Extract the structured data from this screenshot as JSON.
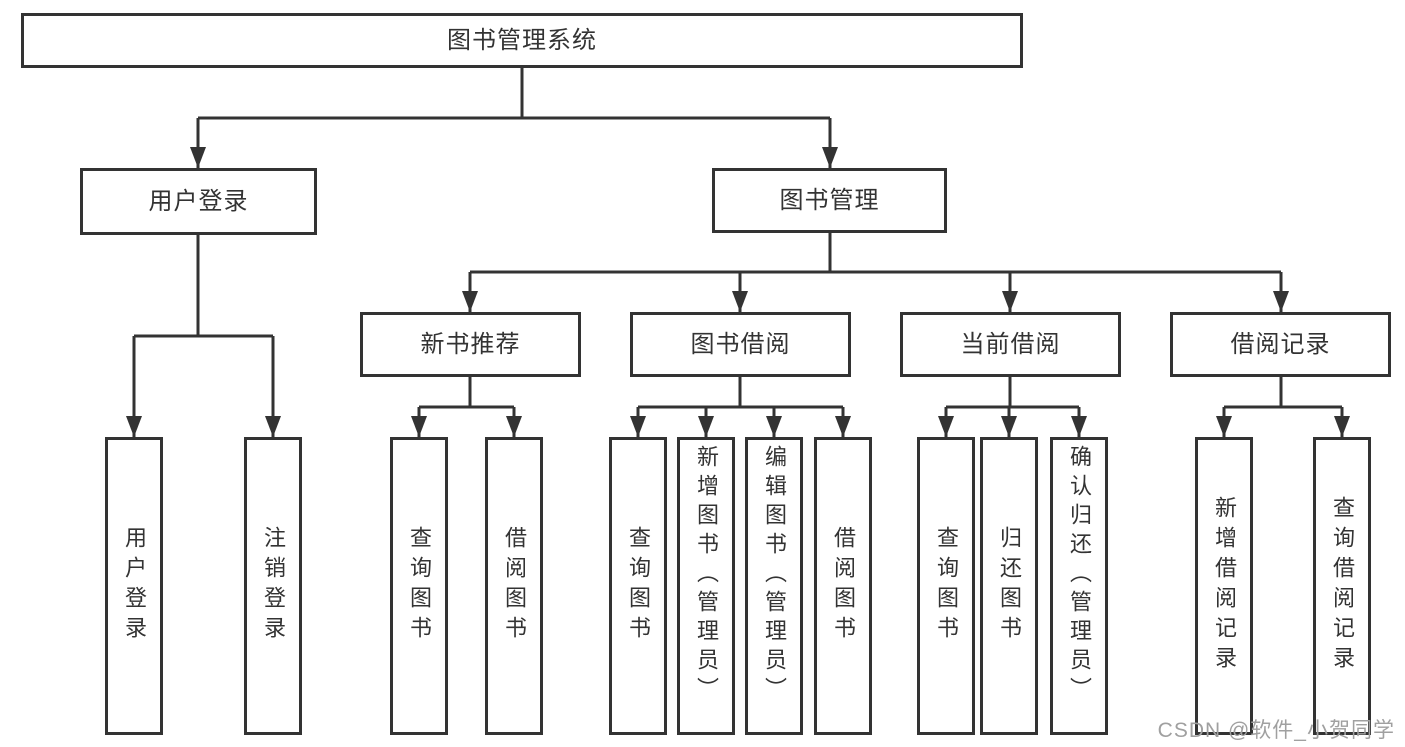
{
  "diagram_title": "图书管理系统",
  "colors": {
    "line": "#333333",
    "text": "#333333",
    "box_bg": "#ffffff",
    "watermark": "#a0a0a0"
  },
  "nodes": {
    "root": "图书管理系统",
    "user_login": "用户登录",
    "book_mgmt": "图书管理",
    "new_book_rec": "新书推荐",
    "book_borrow": "图书借阅",
    "current_borrow": "当前借阅",
    "borrow_record": "借阅记录",
    "leaf_user_login": "用户登录",
    "leaf_logout": "注销登录",
    "leaf_query_book_rec": "查询图书",
    "leaf_borrow_book_rec": "借阅图书",
    "leaf_query_book_borrow": "查询图书",
    "leaf_add_book": "新增图书（管理员）",
    "leaf_edit_book": "编辑图书（管理员）",
    "leaf_borrow_book_borrow": "借阅图书",
    "leaf_query_book_current": "查询图书",
    "leaf_return_book": "归还图书",
    "leaf_confirm_return": "确认归还（管理员）",
    "leaf_add_borrow_record": "新增借阅记录",
    "leaf_query_borrow_record": "查询借阅记录"
  },
  "hierarchy": {
    "root": [
      "user_login",
      "book_mgmt"
    ],
    "user_login": [
      "leaf_user_login",
      "leaf_logout"
    ],
    "book_mgmt": [
      "new_book_rec",
      "book_borrow",
      "current_borrow",
      "borrow_record"
    ],
    "new_book_rec": [
      "leaf_query_book_rec",
      "leaf_borrow_book_rec"
    ],
    "book_borrow": [
      "leaf_query_book_borrow",
      "leaf_add_book",
      "leaf_edit_book",
      "leaf_borrow_book_borrow"
    ],
    "current_borrow": [
      "leaf_query_book_current",
      "leaf_return_book",
      "leaf_confirm_return"
    ],
    "borrow_record": [
      "leaf_add_borrow_record",
      "leaf_query_borrow_record"
    ]
  },
  "watermark": {
    "text": "CSDN @软件_小贺同学"
  }
}
